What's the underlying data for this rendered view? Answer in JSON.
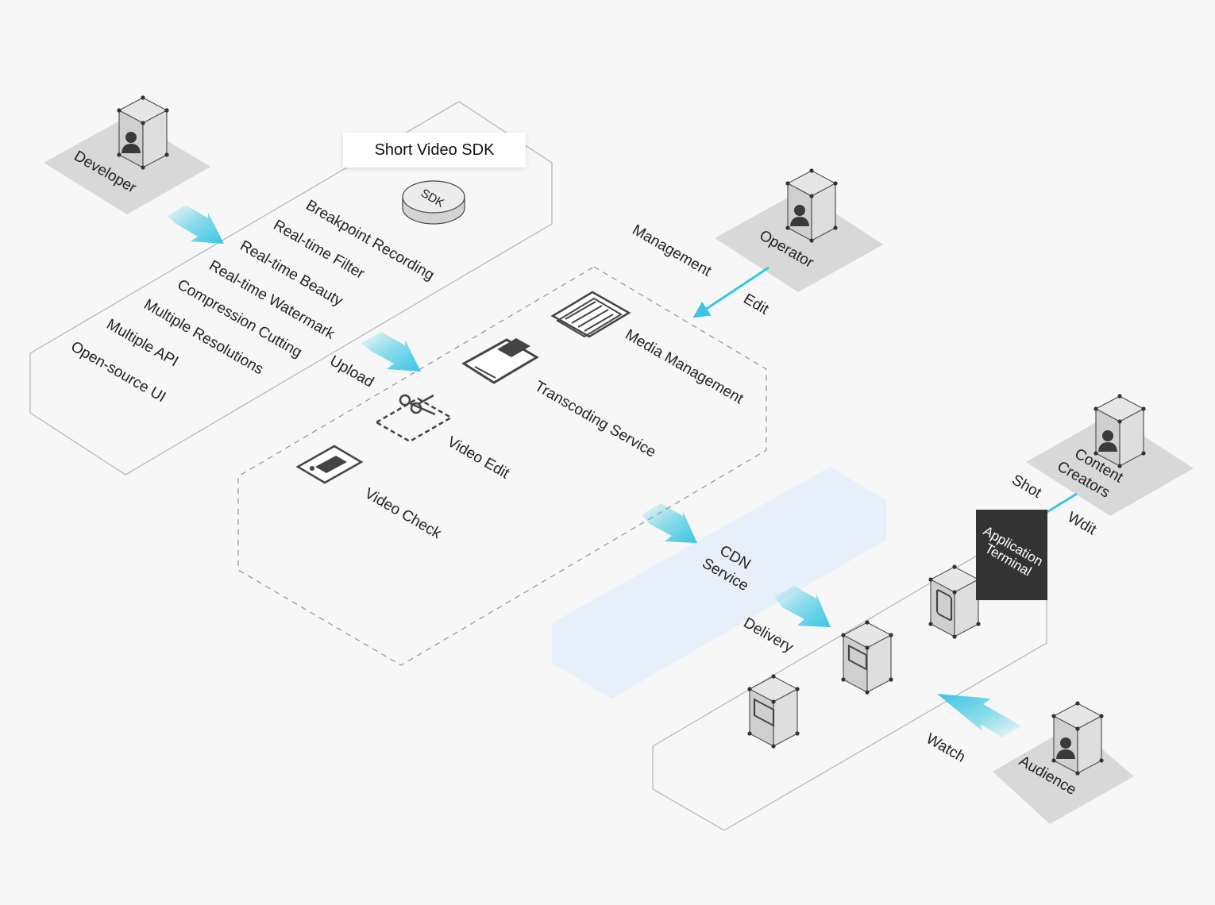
{
  "title": "Short Video SDK",
  "sdk_disk_label": "SDK",
  "sdk_features": [
    "Breakpoint Recording",
    "Real-time Filter",
    "Real-time Beauty",
    "Real-time Watermark",
    "Compression Cutting",
    "Multiple Resolutions",
    "Multiple API",
    "Open-source UI"
  ],
  "roles": {
    "developer": "Developer",
    "operator": "Operator",
    "content_creators_line1": "Content",
    "content_creators_line2": "Creators",
    "audience": "Audience"
  },
  "flows": {
    "upload": "Upload",
    "management": "Management",
    "edit": "Edit",
    "shot": "Shot",
    "wdit": "Wdit",
    "delivery": "Delivery",
    "watch": "Watch"
  },
  "services": {
    "media_management": "Media Management",
    "transcoding_service": "Transcoding Service",
    "video_edit": "Video Edit",
    "video_check": "Video Check",
    "cdn_line1": "CDN",
    "cdn_line2": "Service"
  },
  "terminal": {
    "line1": "Application",
    "line2": "Terminal"
  },
  "colors": {
    "arrow_cyan": "#38c6e2",
    "cdn_band": "#e4eef9",
    "terminal_bg": "#333333",
    "platform": "#d8d8d8",
    "outline": "#bdbdbd"
  }
}
